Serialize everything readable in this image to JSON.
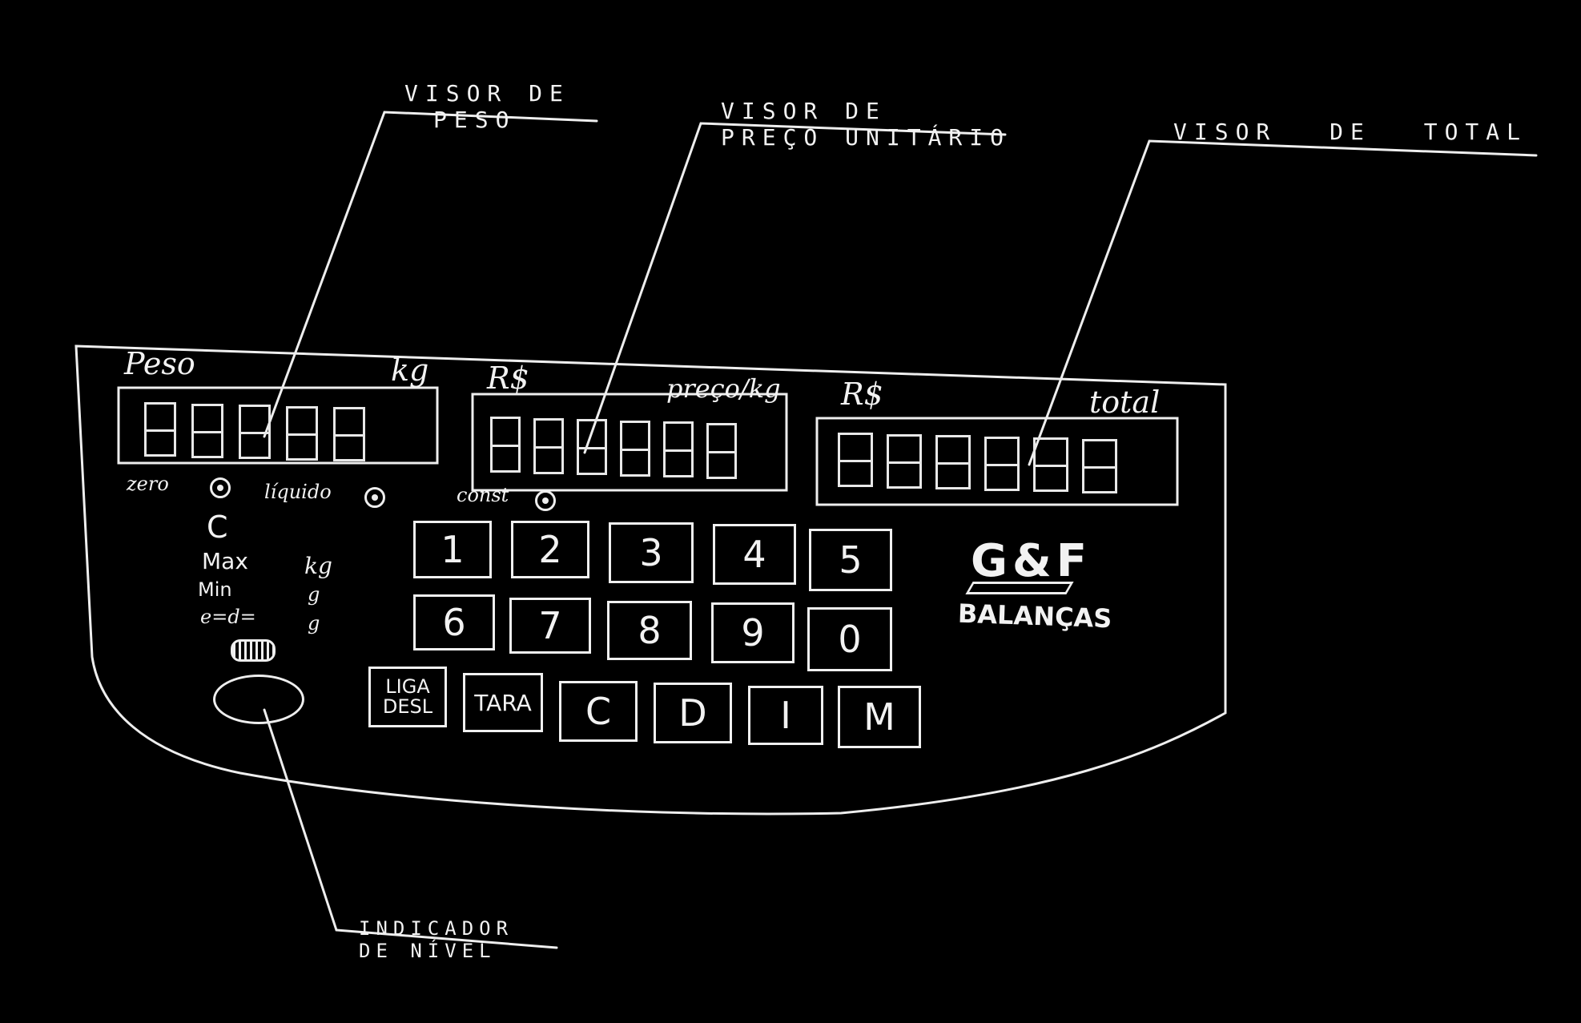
{
  "callouts": {
    "peso": [
      "VISOR DE",
      "PESO"
    ],
    "preco": [
      "VISOR DE",
      "PREÇO UNITÁRIO"
    ],
    "total": "VISOR DE TOTAL",
    "nivel": [
      "INDICADOR",
      "DE NÍVEL"
    ]
  },
  "displays": {
    "peso": {
      "left": "Peso",
      "right": "kg"
    },
    "preco": {
      "left": "R$",
      "right": "preço/kg"
    },
    "total": {
      "left": "R$",
      "right": "total"
    }
  },
  "indicators": {
    "zero": "zero",
    "liquido": "líquido",
    "const": "const"
  },
  "specs": {
    "class": "C",
    "max": "Max",
    "max_unit": "kg",
    "min": "Min",
    "min_unit": "g",
    "esd": "e=d=",
    "esd_unit": "g"
  },
  "keys": {
    "row1": [
      "1",
      "2",
      "3",
      "4",
      "5"
    ],
    "row2": [
      "6",
      "7",
      "8",
      "9",
      "0"
    ],
    "liga": "LIGA",
    "desl": "DESL",
    "tara": "TARA",
    "c": "C",
    "d": "D",
    "i": "I",
    "m": "M"
  },
  "brand": {
    "logo": "G&F",
    "name": "BALANÇAS"
  }
}
